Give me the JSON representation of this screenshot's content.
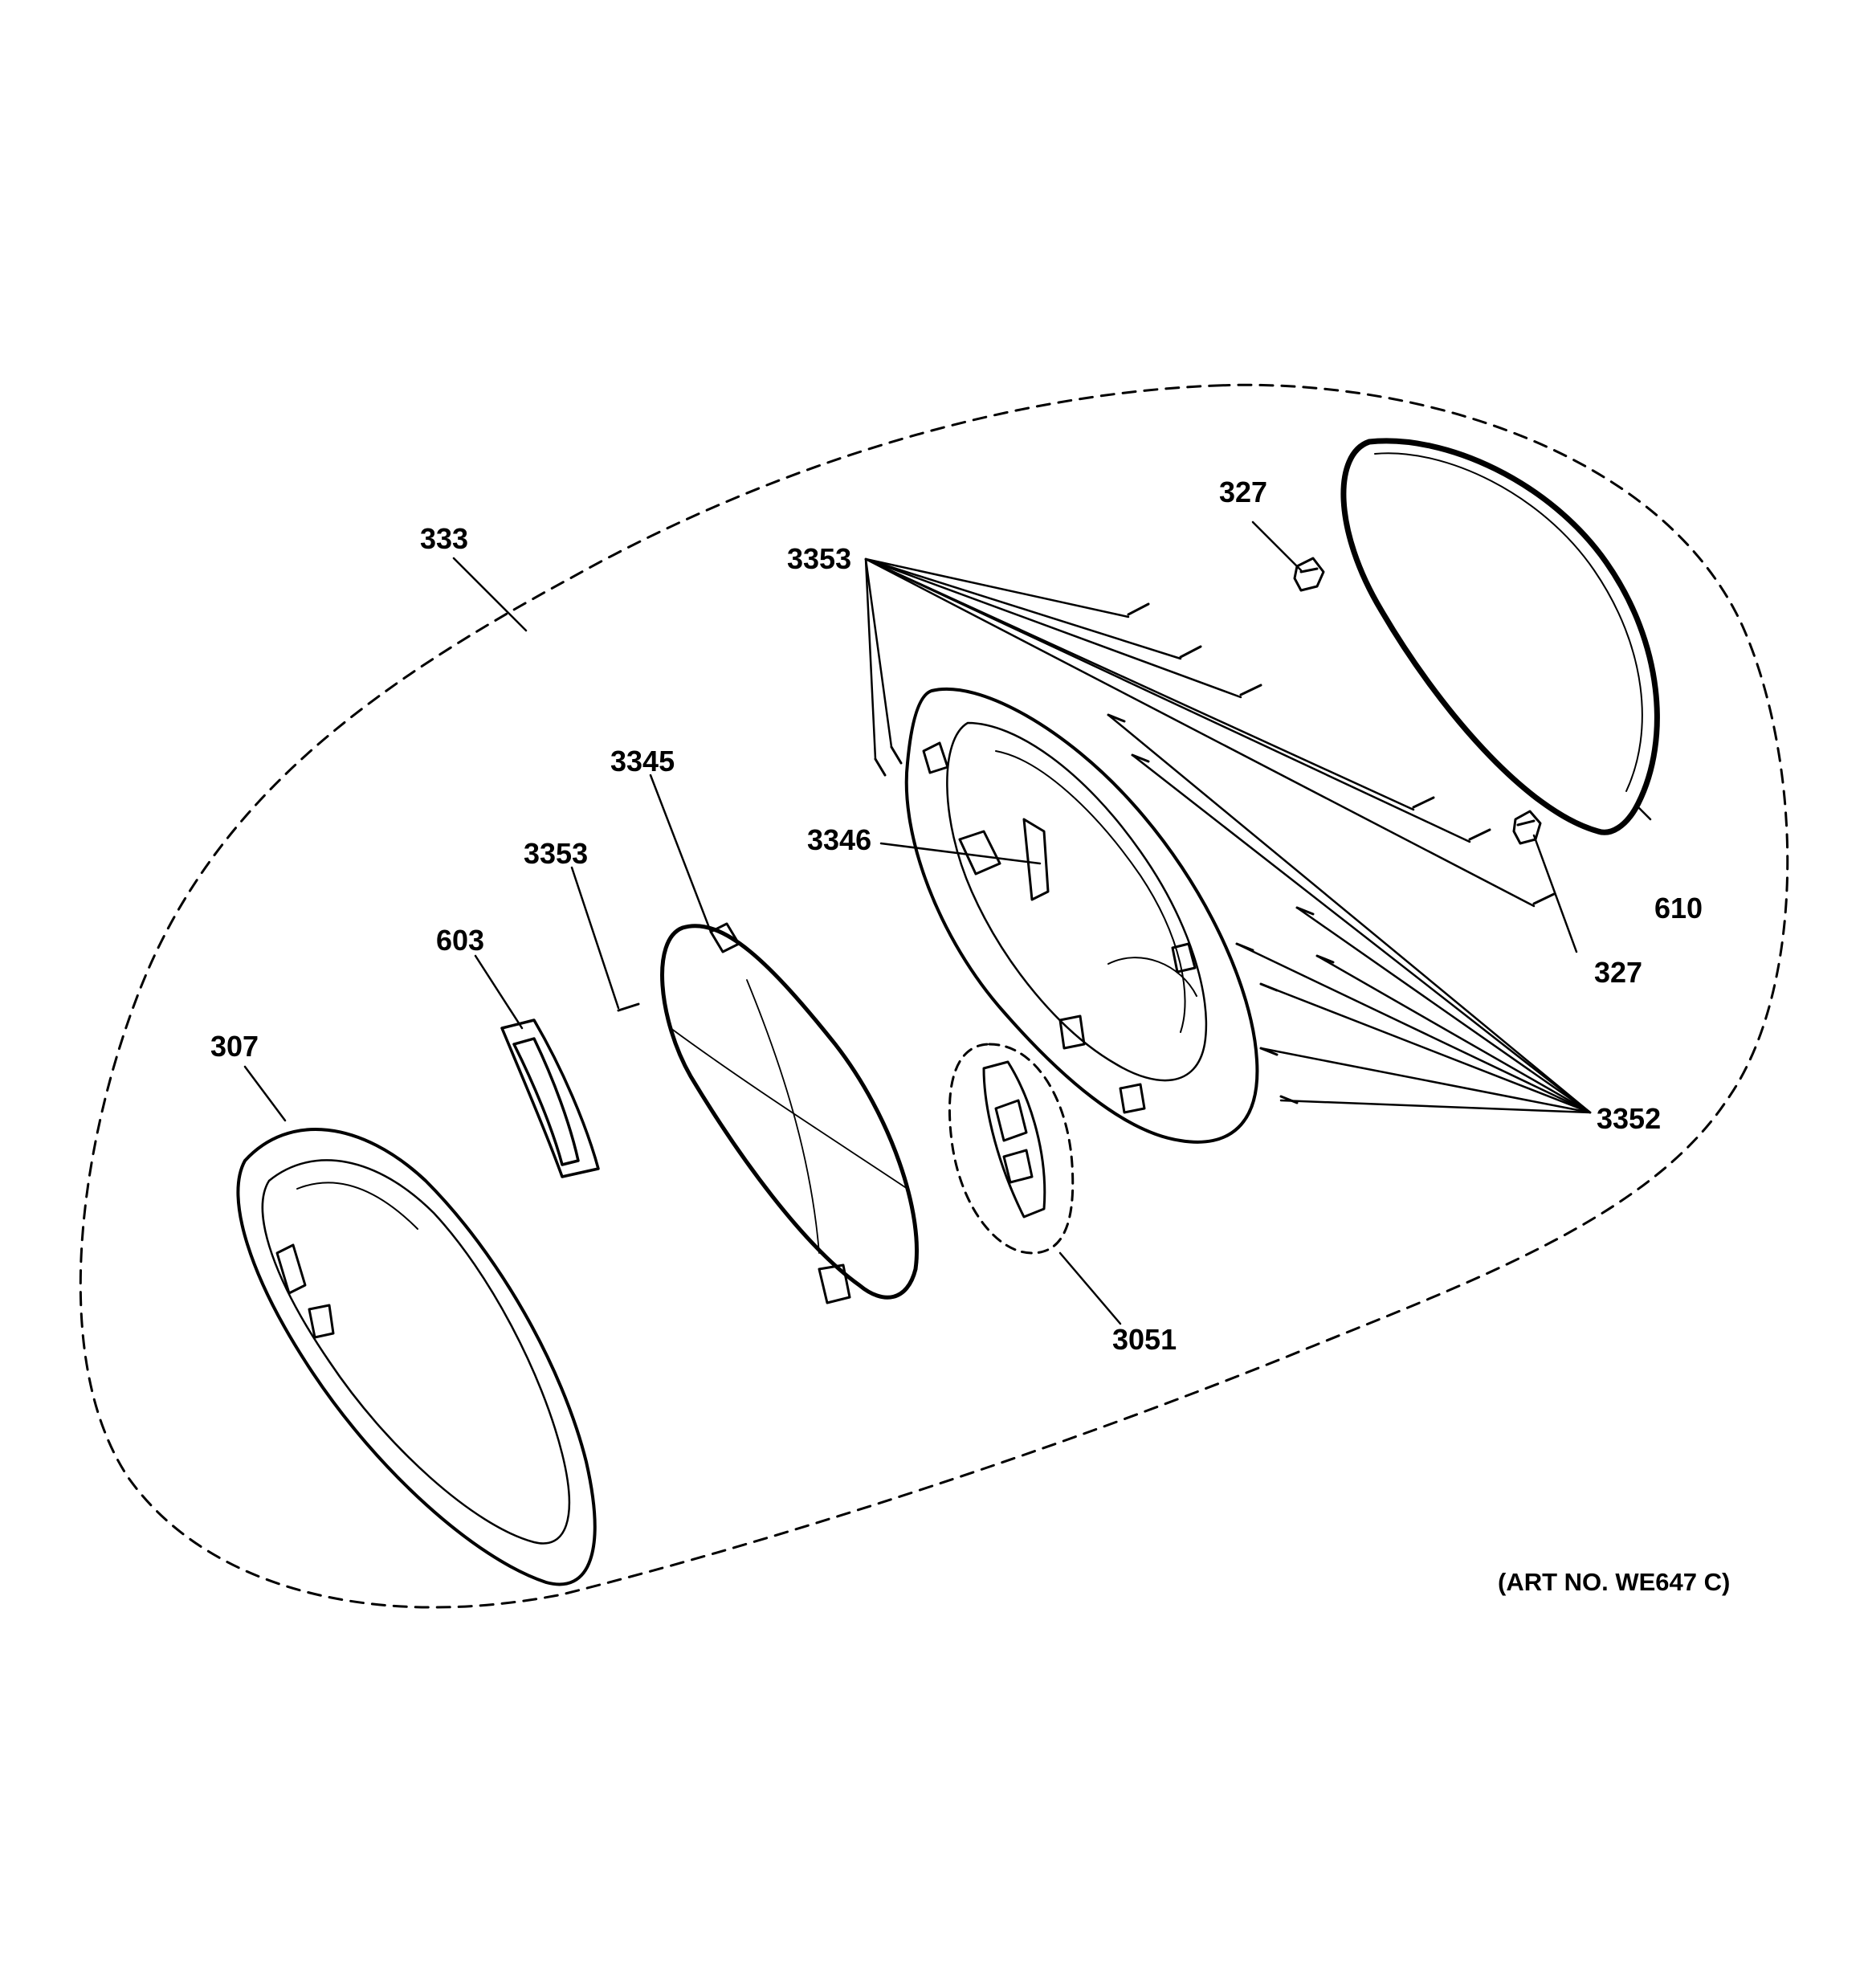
{
  "callouts": {
    "c333": "333",
    "c3353_top": "3353",
    "c327_top": "327",
    "c3345": "3345",
    "c3346": "3346",
    "c3353_left": "3353",
    "c603": "603",
    "c307": "307",
    "c610": "610",
    "c327_right": "327",
    "c3352": "3352",
    "c3051": "3051"
  },
  "art_number": "(ART NO. WE647 C)",
  "colors": {
    "ink": "#000000",
    "background": "#ffffff"
  }
}
